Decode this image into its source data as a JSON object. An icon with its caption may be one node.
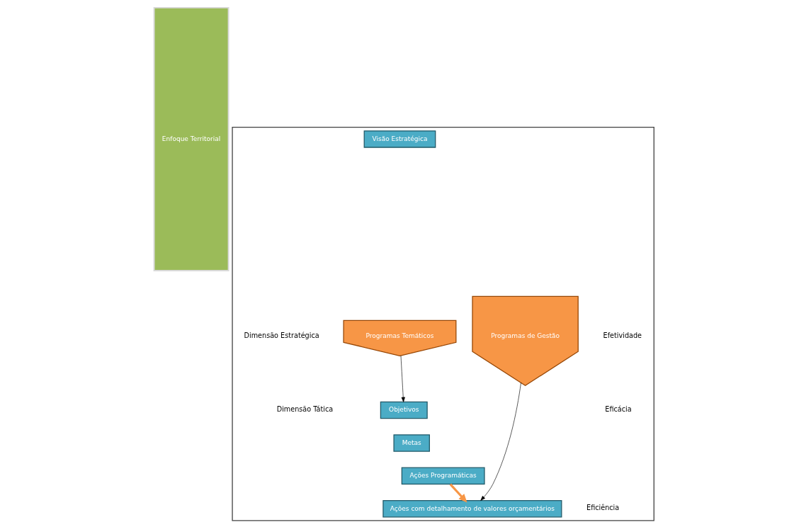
{
  "diagram": {
    "nodes": [
      {
        "text": [
          "Enfoque Territorial"
        ]
      },
      {
        "text": [],
        "shape": "box"
      },
      {
        "text": [
          "Visão Estratégica"
        ],
        "in": 1
      },
      {
        "text": [
          "Programas Temáticos"
        ],
        "in": 1
      },
      {
        "text": [
          "Objetivos"
        ],
        "in": 1
      },
      {
        "text": [
          "Metas"
        ],
        "in": 1
      },
      {
        "text": [
          "Ações Programáticas"
        ],
        "in": 1
      },
      {
        "text": [
          "Programas de Gestão"
        ],
        "in": 1
      },
      {
        "text": [
          "Ações com detalhamento de valores orçamentários"
        ],
        "in": 1
      }
    ],
    "edges": [
      {
        "from": 3,
        "to": 4,
        "arrow": "to"
      },
      {
        "from": 6,
        "to": 8,
        "arrow": "to",
        "style": "thick",
        "color": "#f79646"
      },
      {
        "from": 7,
        "to": 8,
        "arrow": "to"
      }
    ],
    "labels": [
      "Dimensão Estratégica",
      "Efetividade",
      "Dimensão Tática",
      "Eficácia",
      "Eficiência"
    ]
  }
}
